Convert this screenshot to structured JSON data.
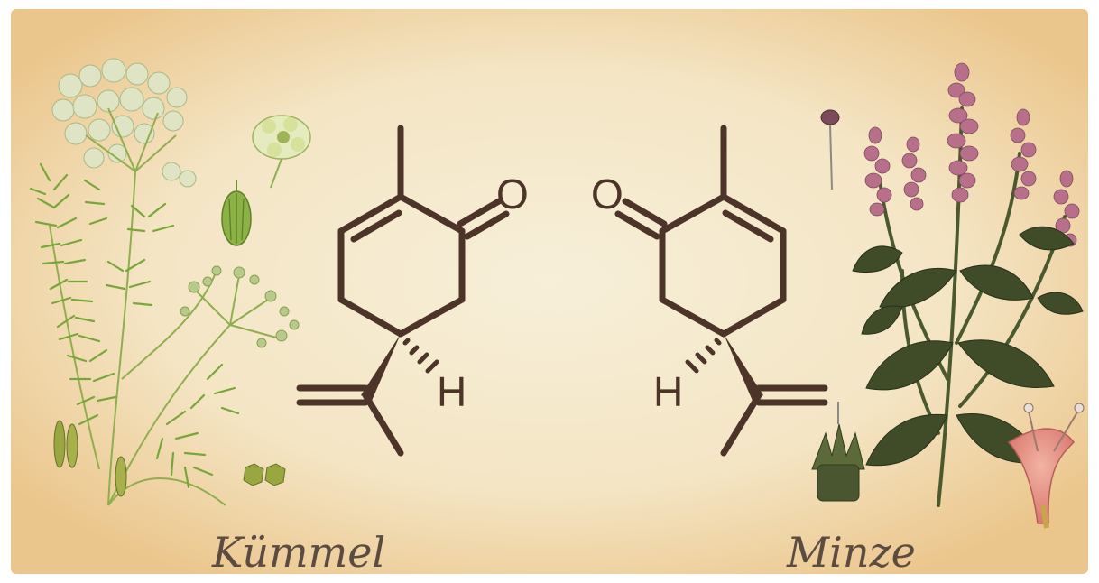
{
  "figure": {
    "left_label": "Kümmel",
    "right_label": "Minze"
  },
  "molecules": {
    "left": {
      "oxygen": "O",
      "hydrogen": "H"
    },
    "right": {
      "oxygen": "O",
      "hydrogen": "H"
    }
  },
  "colors": {
    "bond": "#4c3428",
    "background_center": "#f6ecd2",
    "background_edge": "#edc88e",
    "caption": "#5b4b41",
    "caraway_green": "#7fa13f",
    "mint_leaf": "#3d4a25",
    "mint_flower": "#b8708a"
  },
  "icons": {
    "left_plant": "caraway-plant-illustration",
    "right_plant": "mint-plant-illustration"
  }
}
